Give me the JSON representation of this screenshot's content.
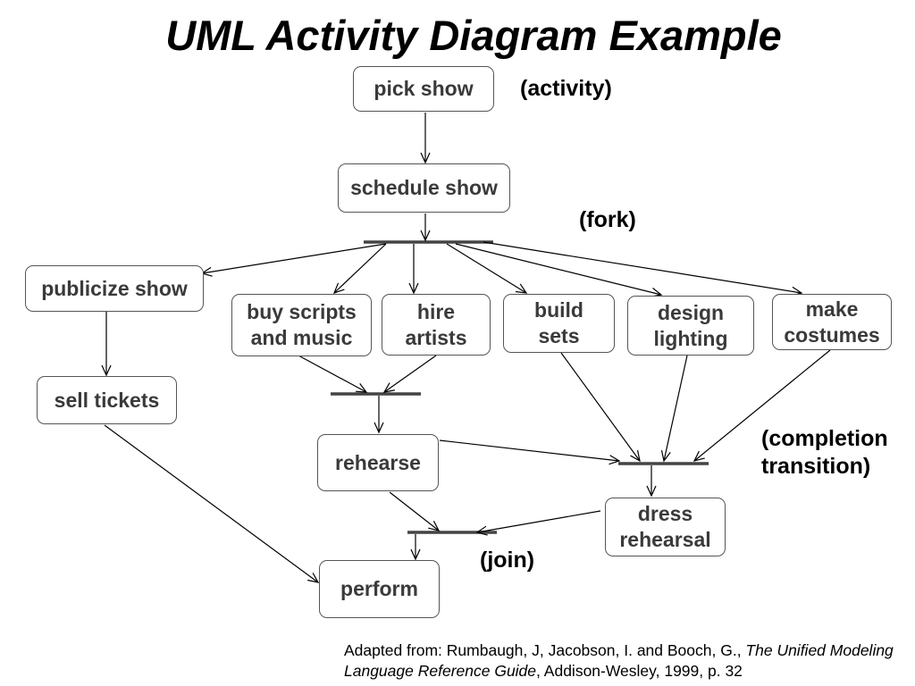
{
  "title": "UML Activity Diagram Example",
  "activities": {
    "pick_show": "pick show",
    "schedule_show": "schedule show",
    "publicize_show": "publicize show",
    "buy_scripts": "buy scripts\nand music",
    "hire_artists": "hire\nartists",
    "build_sets": "build\nsets",
    "design_lighting": "design\nlighting",
    "make_costumes": "make\ncostumes",
    "sell_tickets": "sell tickets",
    "rehearse": "rehearse",
    "dress_rehearsal": "dress\nrehearsal",
    "perform": "perform"
  },
  "annotations": {
    "activity": "(activity)",
    "fork": "(fork)",
    "completion": "(completion\ntransition)",
    "join": "(join)"
  },
  "citation": {
    "prefix": "Adapted from: Rumbaugh, J, Jacobson, I. and Booch, G., ",
    "book": "The Unified Modeling Language Reference Guide",
    "suffix": ", Addison-Wesley, 1999, p. 32"
  }
}
